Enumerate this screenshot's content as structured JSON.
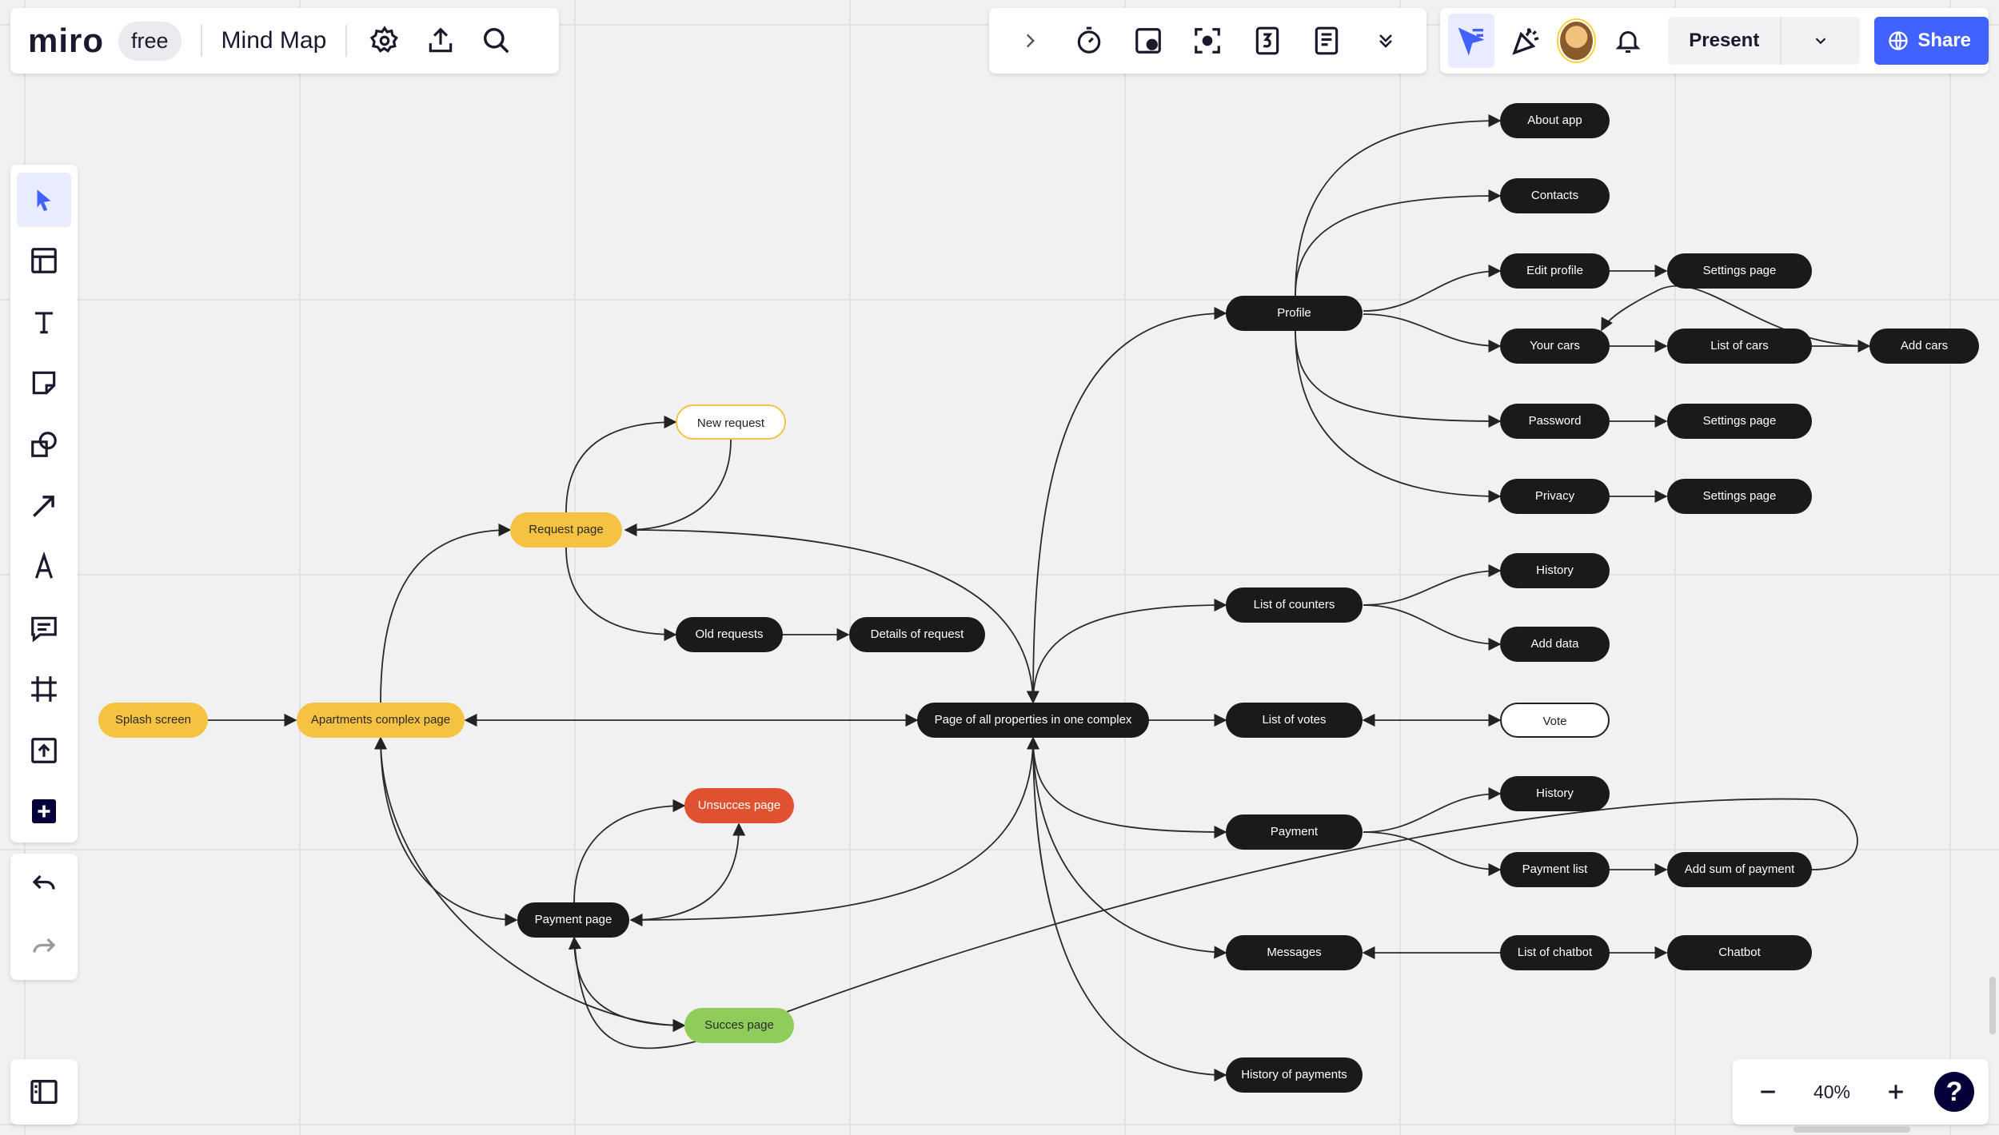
{
  "app": {
    "logo": "miro",
    "plan_badge": "free",
    "board_name": "Mind Map"
  },
  "toolbar_right": {
    "present_label": "Present",
    "share_label": "Share"
  },
  "zoom": {
    "level": "40%",
    "help": "?"
  },
  "colors": {
    "accent": "#4262ff",
    "node_dark": "#1a1a1a",
    "node_yellow": "#f5c242",
    "node_red": "#e0522f",
    "node_green": "#8fcc5a"
  },
  "icons": {
    "top_left": [
      "settings-icon",
      "upload-icon",
      "search-icon"
    ],
    "top_center": [
      "chevron-right-icon",
      "timer-icon",
      "card-icon",
      "focus-icon",
      "count-icon",
      "notes-icon",
      "double-chevron-icon"
    ],
    "left_tools": [
      "select-icon",
      "templates-icon",
      "text-icon",
      "sticky-note-icon",
      "shapes-icon",
      "arrow-icon",
      "pen-icon",
      "comment-icon",
      "frame-icon",
      "upload-icon",
      "add-icon"
    ]
  },
  "mindmap": {
    "nodes": {
      "splash": "Splash screen",
      "apartments": "Apartments complex page",
      "request": "Request page",
      "new_request": "New request",
      "old_requests": "Old requests",
      "details_request": "Details of request",
      "unsucces": "Unsucces page",
      "payment_page": "Payment page",
      "succes": "Succes page",
      "all_props": "Page of all properties in one complex",
      "profile": "Profile",
      "list_counters": "List of counters",
      "list_votes": "List of votes",
      "payment": "Payment",
      "messages": "Messages",
      "history_payments": "History of payments",
      "about_app": "About app",
      "contacts": "Contacts",
      "edit_profile": "Edit profile",
      "your_cars": "Your cars",
      "password": "Password",
      "privacy": "Privacy",
      "history1": "History",
      "add_data": "Add data",
      "vote": "Vote",
      "history2": "History",
      "payment_list": "Payment list",
      "list_chatbot": "List of chatbot",
      "settings1": "Settings page",
      "list_cars": "List of cars",
      "settings2": "Settings page",
      "settings3": "Settings page",
      "add_sum": "Add sum of payment",
      "chatbot": "Chatbot",
      "add_cars": "Add cars"
    }
  }
}
